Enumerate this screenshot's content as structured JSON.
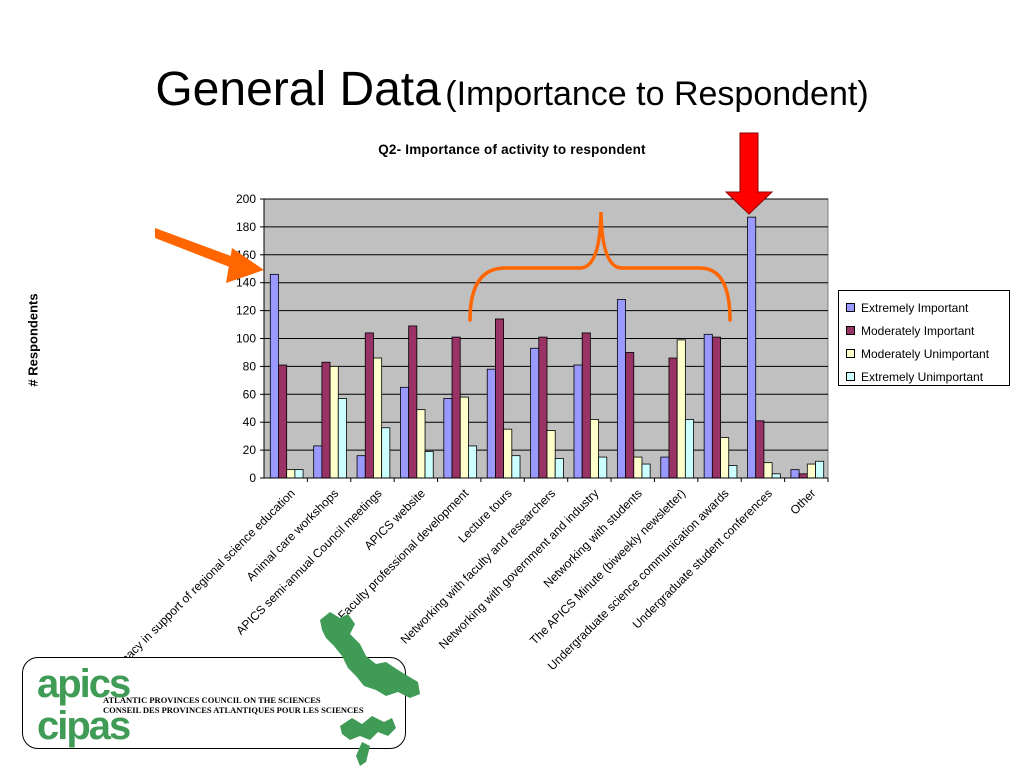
{
  "slide": {
    "title_main": "General Data",
    "title_sub": "(Importance to Respondent)"
  },
  "colors": {
    "extremely_important": "#9999ff",
    "moderately_important": "#993366",
    "moderately_unimportant": "#ffffcc",
    "extremely_unimportant": "#ccffff",
    "plot_background": "#c0c0c0",
    "annotation_orange": "#ff6600",
    "annotation_red": "#ff0000",
    "logo_green": "#3f9b55"
  },
  "logo": {
    "word_top": "apics",
    "word_bottom": "cipas",
    "line_en": "ATLANTIC PROVINCES COUNCIL ON  THE SCIENCES",
    "line_fr": "CONSEIL DES PROVINCES  ATLANTIQUES POUR LES SCIENCES"
  },
  "chart_data": {
    "type": "bar",
    "title": "Q2- Importance of activity to respondent",
    "ylabel": "# Respondents",
    "xlabel": "",
    "ylim": [
      0,
      200
    ],
    "yticks": [
      0,
      20,
      40,
      60,
      80,
      100,
      120,
      140,
      160,
      180,
      200
    ],
    "grid": true,
    "legend_position": "right",
    "categories": [
      "Advocacy in support of regional science education",
      "Animal care workshops",
      "APICS semi-annual Council meetings",
      "APICS website",
      "Faculty professional development",
      "Lecture tours",
      "Networking with faculty and researchers",
      "Networking with government and industry",
      "Networking with students",
      "The APICS Minute (biweekly newsletter)",
      "Undergraduate science communication awards",
      "Undergraduate student conferences",
      "Other"
    ],
    "series": [
      {
        "name": "Extremely Important",
        "values": [
          146,
          23,
          16,
          65,
          57,
          78,
          93,
          81,
          128,
          15,
          103,
          187,
          6
        ]
      },
      {
        "name": "Moderately Important",
        "values": [
          81,
          83,
          104,
          109,
          101,
          114,
          101,
          104,
          90,
          86,
          101,
          41,
          3
        ]
      },
      {
        "name": "Moderately Unimportant",
        "values": [
          6,
          80,
          86,
          49,
          58,
          35,
          34,
          42,
          15,
          99,
          29,
          11,
          10
        ]
      },
      {
        "name": "Extremely Unimportant",
        "values": [
          6,
          57,
          36,
          19,
          23,
          16,
          14,
          15,
          10,
          42,
          9,
          3,
          12
        ]
      }
    ]
  }
}
